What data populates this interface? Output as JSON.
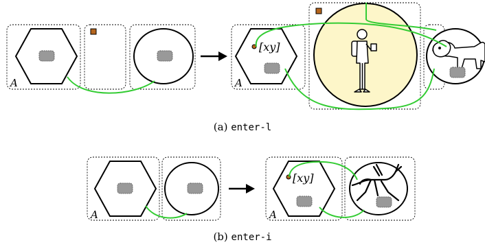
{
  "figure_a": {
    "caption_prefix": "(a) ",
    "caption_code": "enter-l",
    "region_label": "A",
    "name_label": "[xy]"
  },
  "figure_b": {
    "caption_prefix": "(b) ",
    "caption_code": "enter-i",
    "region_label": "A",
    "name_label": "[xy]"
  },
  "colors": {
    "link": "#33cc33",
    "site": "#999999",
    "root_marker": "#b5651d",
    "highlight": "#fdf6c9"
  },
  "icons": [
    "person-with-backpack-icon",
    "lion-icon",
    "antelope-icon",
    "arrow-right-icon"
  ]
}
